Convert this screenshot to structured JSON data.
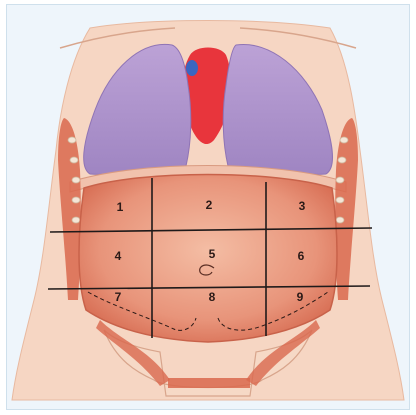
{
  "diagram": {
    "regions": [
      {
        "id": 1,
        "label": "1"
      },
      {
        "id": 2,
        "label": "2"
      },
      {
        "id": 3,
        "label": "3"
      },
      {
        "id": 4,
        "label": "4"
      },
      {
        "id": 5,
        "label": "5"
      },
      {
        "id": 6,
        "label": "6"
      },
      {
        "id": 7,
        "label": "7"
      },
      {
        "id": 8,
        "label": "8"
      },
      {
        "id": 9,
        "label": "9"
      }
    ],
    "colors": {
      "skin": "#f6d9c6",
      "lung": "#b59ad0",
      "heart": "#e8353c",
      "abdomen_inner": "#e79076",
      "abdomen_outer": "#f2b79c",
      "muscle": "#d9684e",
      "grid_line": "#1f1a1a"
    }
  }
}
